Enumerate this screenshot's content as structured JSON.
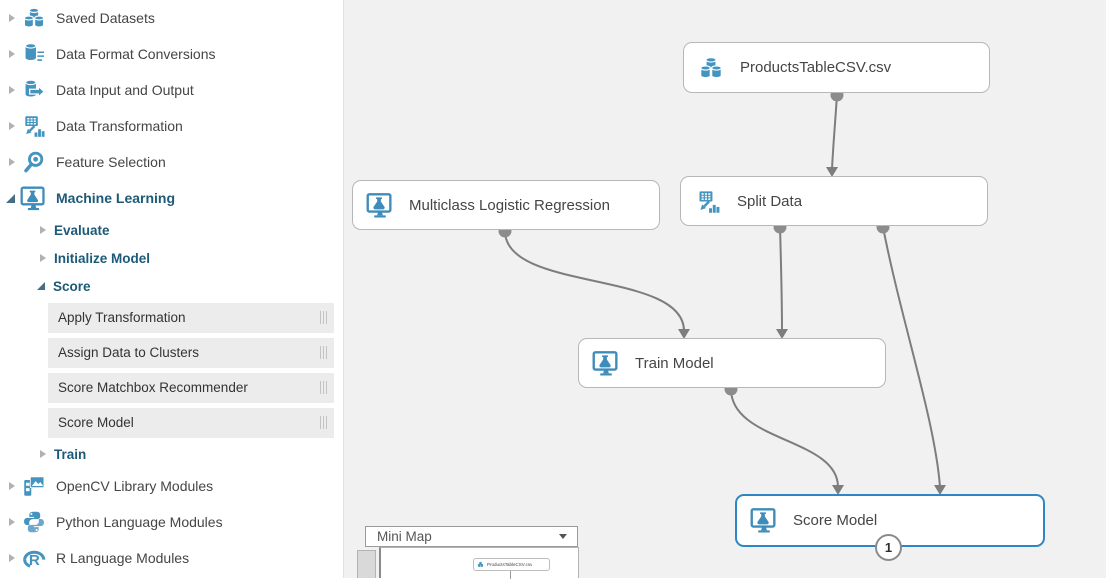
{
  "sidebar": {
    "items": [
      {
        "label": "Saved Datasets",
        "icon": "datasets-icon",
        "state": "collapsed",
        "style": "category"
      },
      {
        "label": "Data Format Conversions",
        "icon": "format-conversions-icon",
        "state": "collapsed",
        "style": "category"
      },
      {
        "label": "Data Input and Output",
        "icon": "input-output-icon",
        "state": "collapsed",
        "style": "category"
      },
      {
        "label": "Data Transformation",
        "icon": "transformation-icon",
        "state": "collapsed",
        "style": "category"
      },
      {
        "label": "Feature Selection",
        "icon": "feature-selection-icon",
        "state": "collapsed",
        "style": "category"
      },
      {
        "label": "Machine Learning",
        "icon": "machine-learning-icon",
        "state": "expanded",
        "style": "category-active"
      },
      {
        "label": "Evaluate",
        "state": "collapsed",
        "style": "subcategory"
      },
      {
        "label": "Initialize Model",
        "state": "collapsed",
        "style": "subcategory"
      },
      {
        "label": "Score",
        "state": "expanded",
        "style": "subcategory"
      },
      {
        "label": "Apply Transformation",
        "icon": "grip-icon",
        "style": "module"
      },
      {
        "label": "Assign Data to Clusters",
        "icon": "grip-icon",
        "style": "module"
      },
      {
        "label": "Score Matchbox Recommender",
        "icon": "grip-icon",
        "style": "module"
      },
      {
        "label": "Score Model",
        "icon": "grip-icon",
        "style": "module"
      },
      {
        "label": "Train",
        "state": "collapsed",
        "style": "subcategory"
      },
      {
        "label": "OpenCV Library Modules",
        "icon": "opencv-icon",
        "state": "collapsed",
        "style": "category"
      },
      {
        "label": "Python Language Modules",
        "icon": "python-icon",
        "state": "collapsed",
        "style": "category"
      },
      {
        "label": "R Language Modules",
        "icon": "r-language-icon",
        "state": "collapsed",
        "style": "category"
      }
    ]
  },
  "canvas": {
    "nodes": [
      {
        "label": "ProductsTableCSV.csv",
        "icon": "datasets-icon",
        "selected": false
      },
      {
        "label": "Multiclass Logistic Regression",
        "icon": "machine-learning-icon",
        "selected": false
      },
      {
        "label": "Split Data",
        "icon": "transformation-icon",
        "selected": false
      },
      {
        "label": "Train Model",
        "icon": "machine-learning-icon",
        "selected": false
      },
      {
        "label": "Score Model",
        "icon": "machine-learning-icon",
        "selected": true
      }
    ],
    "score_badge": "1",
    "minimap": {
      "title": "Mini Map",
      "node_label": "ProductsTableCSV.csv"
    }
  },
  "icons": {
    "datasets-icon": "three stacked database cylinders",
    "format-conversions-icon": "database cylinder with list lines",
    "input-output-icon": "database cylinder with right arrow",
    "transformation-icon": "data grid with arrow and bar chart",
    "feature-selection-icon": "magnifier with dot",
    "machine-learning-icon": "monitor with flask",
    "opencv-icon": "film strip with photo",
    "python-icon": "python snakes logo",
    "r-language-icon": "R in ellipse",
    "grip-icon": "three vertical drag bars",
    "chevron-down-icon": "down chevron",
    "collapse-triangle-icon": "right-pointing triangle",
    "expand-triangle-icon": "down-right triangle",
    "output-port": "filled gray circle",
    "input-port-arrow": "gray down arrowhead"
  },
  "colors": {
    "accent_blue": "#4494bf",
    "ml_text": "#1c5a77",
    "selected_border": "#2d87c4",
    "canvas_bg": "#f1f1f1",
    "connector": "#7d7d7d",
    "module_row_bg": "#ececec",
    "category_text": "#454545"
  }
}
